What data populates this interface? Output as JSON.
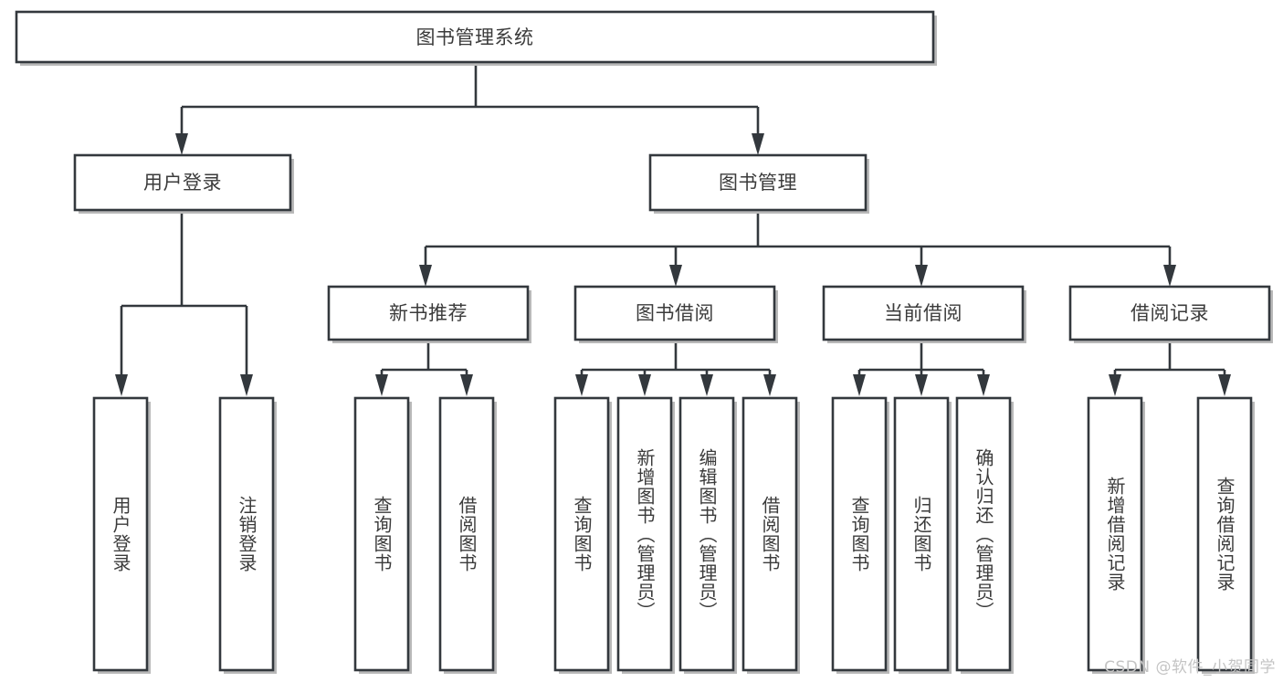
{
  "diagram": {
    "type": "tree-hierarchy-chart",
    "title": "图书管理系统",
    "colors": {
      "stroke": "#33383d",
      "box_fill": "#ffffff",
      "text": "#3b3b3b",
      "background": "#ffffff",
      "watermark": "#c4c4c4"
    },
    "root": {
      "id": "root",
      "label": "图书管理系统",
      "level": 1,
      "orientation": "horizontal"
    },
    "level2": [
      {
        "id": "user-login",
        "label": "用户登录",
        "level": 2,
        "orientation": "horizontal"
      },
      {
        "id": "book-management",
        "label": "图书管理",
        "level": 2,
        "orientation": "horizontal"
      }
    ],
    "level3": [
      {
        "id": "new-book-recommend",
        "label": "新书推荐",
        "level": 3,
        "orientation": "horizontal",
        "parent": "book-management"
      },
      {
        "id": "book-borrow",
        "label": "图书借阅",
        "level": 3,
        "orientation": "horizontal",
        "parent": "book-management"
      },
      {
        "id": "current-borrow",
        "label": "当前借阅",
        "level": 3,
        "orientation": "horizontal",
        "parent": "book-management"
      },
      {
        "id": "borrow-record",
        "label": "借阅记录",
        "level": 3,
        "orientation": "horizontal",
        "parent": "book-management"
      }
    ],
    "leaves": [
      {
        "id": "leaf-user-login",
        "label": "用户登录",
        "parent": "user-login",
        "orientation": "vertical"
      },
      {
        "id": "leaf-logout",
        "label": "注销登录",
        "parent": "user-login",
        "orientation": "vertical"
      },
      {
        "id": "leaf-query-book-rec",
        "label": "查询图书",
        "parent": "new-book-recommend",
        "orientation": "vertical"
      },
      {
        "id": "leaf-borrow-book-rec",
        "label": "借阅图书",
        "parent": "new-book-recommend",
        "orientation": "vertical"
      },
      {
        "id": "leaf-query-book-borrow",
        "label": "查询图书",
        "parent": "book-borrow",
        "orientation": "vertical"
      },
      {
        "id": "leaf-add-book",
        "label": "新增图书（管理员）",
        "parent": "book-borrow",
        "orientation": "vertical"
      },
      {
        "id": "leaf-edit-book",
        "label": "编辑图书（管理员）",
        "parent": "book-borrow",
        "orientation": "vertical"
      },
      {
        "id": "leaf-borrow-book",
        "label": "借阅图书",
        "parent": "book-borrow",
        "orientation": "vertical"
      },
      {
        "id": "leaf-query-book-current",
        "label": "查询图书",
        "parent": "current-borrow",
        "orientation": "vertical"
      },
      {
        "id": "leaf-return-book",
        "label": "归还图书",
        "parent": "current-borrow",
        "orientation": "vertical"
      },
      {
        "id": "leaf-confirm-return",
        "label": "确认归还（管理员）",
        "parent": "current-borrow",
        "orientation": "vertical"
      },
      {
        "id": "leaf-add-record",
        "label": "新增借阅记录",
        "parent": "borrow-record",
        "orientation": "vertical"
      },
      {
        "id": "leaf-query-record",
        "label": "查询借阅记录",
        "parent": "borrow-record",
        "orientation": "vertical"
      }
    ],
    "watermark": "CSDN @软件_小贺同学"
  }
}
